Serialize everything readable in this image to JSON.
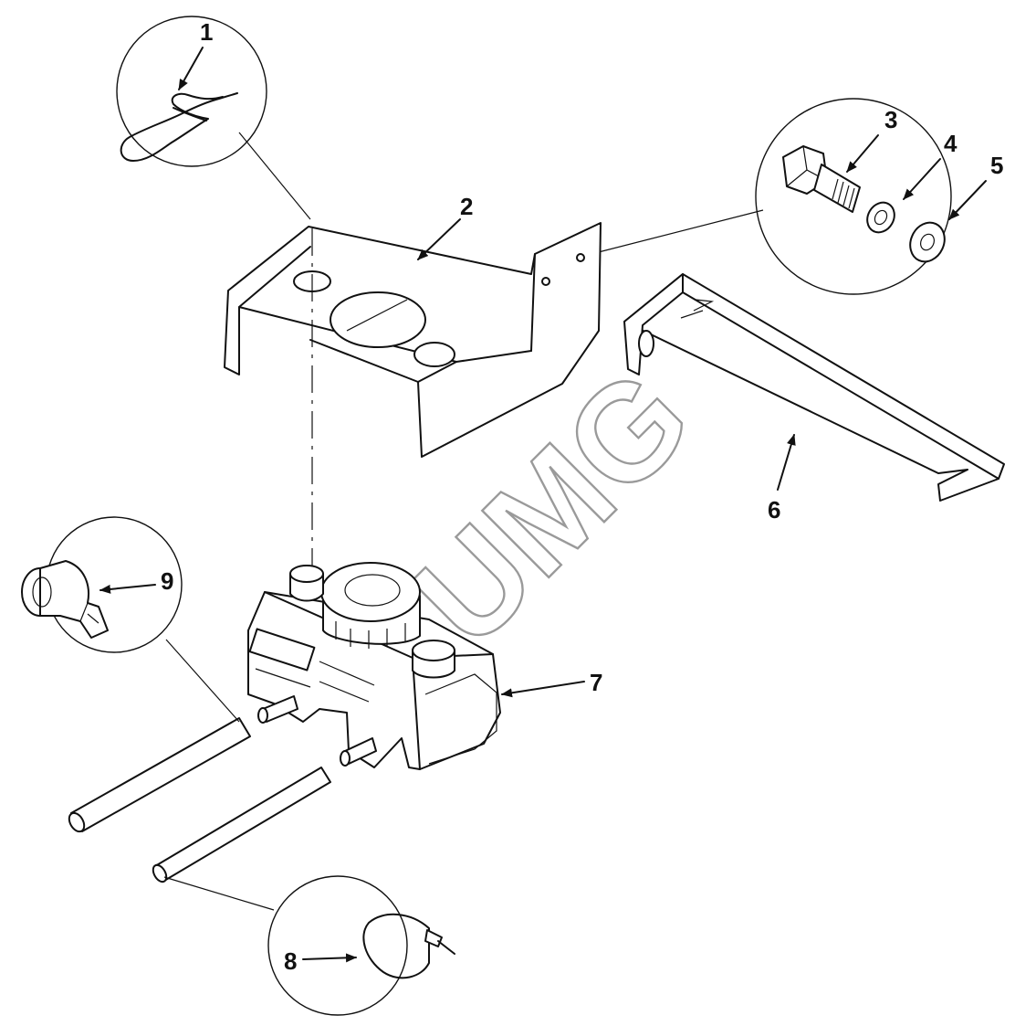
{
  "diagram": {
    "watermark": "UMG",
    "callouts": [
      "1",
      "2",
      "3",
      "4",
      "5",
      "6",
      "7",
      "8",
      "9"
    ]
  }
}
